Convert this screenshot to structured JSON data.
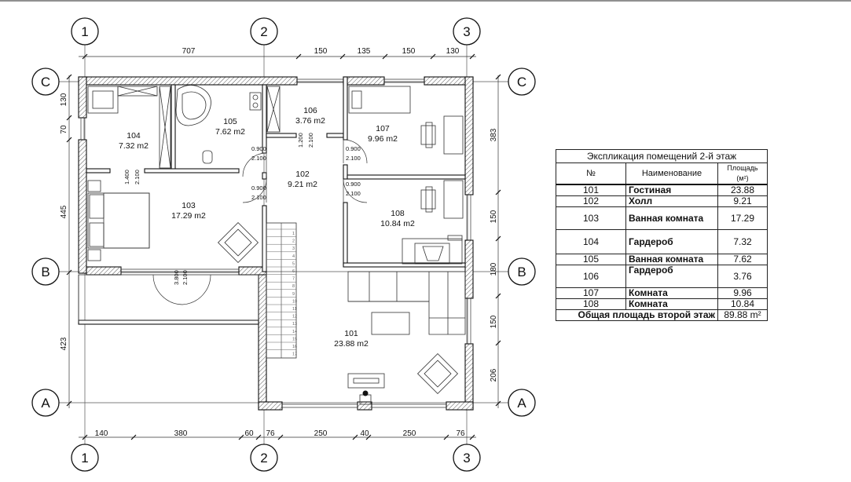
{
  "axes": {
    "vertical": [
      "1",
      "2",
      "3"
    ],
    "horizontal": [
      "C",
      "B",
      "A"
    ]
  },
  "dimensions": {
    "top": [
      "707",
      "150",
      "135",
      "150",
      "130"
    ],
    "bottom": [
      "140",
      "380",
      "60",
      "76",
      "250",
      "40",
      "250",
      "76"
    ],
    "left": [
      "130",
      "70",
      "445",
      "423"
    ],
    "right": [
      "383",
      "150",
      "180",
      "150",
      "206"
    ]
  },
  "rooms": [
    {
      "id": "101",
      "area": "23.88 m2"
    },
    {
      "id": "102",
      "area": "9.21 m2"
    },
    {
      "id": "103",
      "area": "17.29 m2"
    },
    {
      "id": "104",
      "area": "7.32 m2"
    },
    {
      "id": "105",
      "area": "7.62 m2"
    },
    {
      "id": "106",
      "area": "3.76 m2"
    },
    {
      "id": "107",
      "area": "9.96 m2"
    },
    {
      "id": "108",
      "area": "10.84 m2"
    }
  ],
  "doors": [
    {
      "w": "0.900",
      "h": "2.100"
    },
    {
      "w": "0.900",
      "h": "2.100"
    },
    {
      "w": "0.900",
      "h": "2.100"
    },
    {
      "w": "0.900",
      "h": "2.100"
    },
    {
      "w": "1.200",
      "h": "2.100"
    },
    {
      "w": "1.400",
      "h": "2.100"
    },
    {
      "w": "3.800",
      "h": "2.100"
    }
  ],
  "stair_steps": [
    "1",
    "2",
    "3",
    "4",
    "5",
    "6",
    "7",
    "8",
    "9",
    "10",
    "11",
    "12",
    "13",
    "14",
    "15",
    "16",
    "17"
  ],
  "explication": {
    "title": "Экспликация помещений 2-й этаж",
    "headers": {
      "num": "№",
      "name": "Наименование",
      "area": "Площадь (м²)"
    },
    "rows": [
      {
        "num": "101",
        "name": "Гостиная",
        "area": "23.88"
      },
      {
        "num": "102",
        "name": "Холл",
        "area": "9.21"
      },
      {
        "num": "103",
        "name": "Ванная комната",
        "area": "17.29"
      },
      {
        "num": "104",
        "name": "Гардероб",
        "area": "7.32"
      },
      {
        "num": "105",
        "name": "Ванная комната",
        "area": "7.62"
      },
      {
        "num": "106",
        "name": "Гардероб",
        "area": "3.76"
      },
      {
        "num": "107",
        "name": "Комната",
        "area": "9.96"
      },
      {
        "num": "108",
        "name": "Комната",
        "area": "10.84"
      }
    ],
    "total_label": "Общая площадь второй этаж",
    "total_value": "89.88 m²"
  }
}
